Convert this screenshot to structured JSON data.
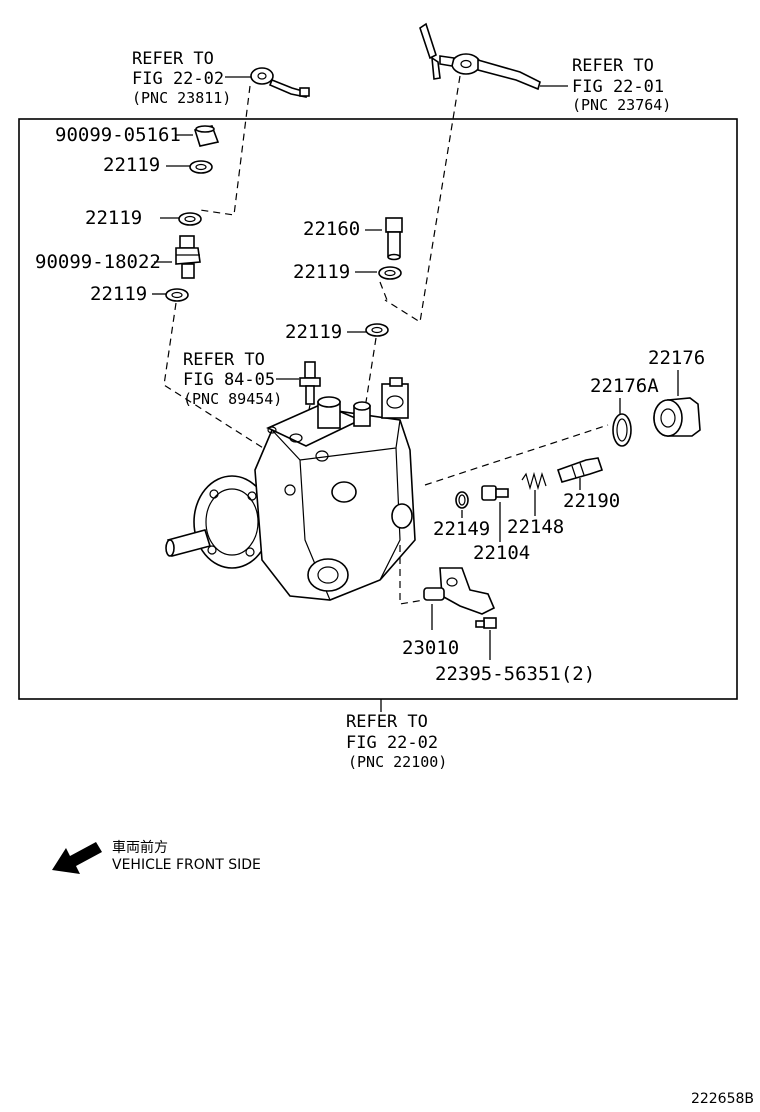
{
  "refs": {
    "top_left": {
      "line1": "REFER TO",
      "line2": "FIG 22-02",
      "pnc": "(PNC 23811)"
    },
    "top_right": {
      "line1": "REFER TO",
      "line2": "FIG 22-01",
      "pnc": "(PNC 23764)"
    },
    "sensor": {
      "line1": "REFER TO",
      "line2": "FIG 84-05",
      "pnc": "(PNC 89454)"
    },
    "bottom": {
      "line1": "REFER TO",
      "line2": "FIG 22-02",
      "pnc": "(PNC 22100)"
    }
  },
  "parts": {
    "p_90099_05161": "90099-05161",
    "p_22119_a": "22119",
    "p_22119_b": "22119",
    "p_90099_18022": "90099-18022",
    "p_22119_c": "22119",
    "p_22160": "22160",
    "p_22119_d": "22119",
    "p_22119_e": "22119",
    "p_22176": "22176",
    "p_22176A": "22176A",
    "p_22190": "22190",
    "p_22149": "22149",
    "p_22148": "22148",
    "p_22104": "22104",
    "p_23010": "23010",
    "p_22395": "22395-56351(2)"
  },
  "legend": {
    "jp_text": "車両前方",
    "en_text": "VEHICLE FRONT SIDE"
  },
  "figure_id": "222658B"
}
